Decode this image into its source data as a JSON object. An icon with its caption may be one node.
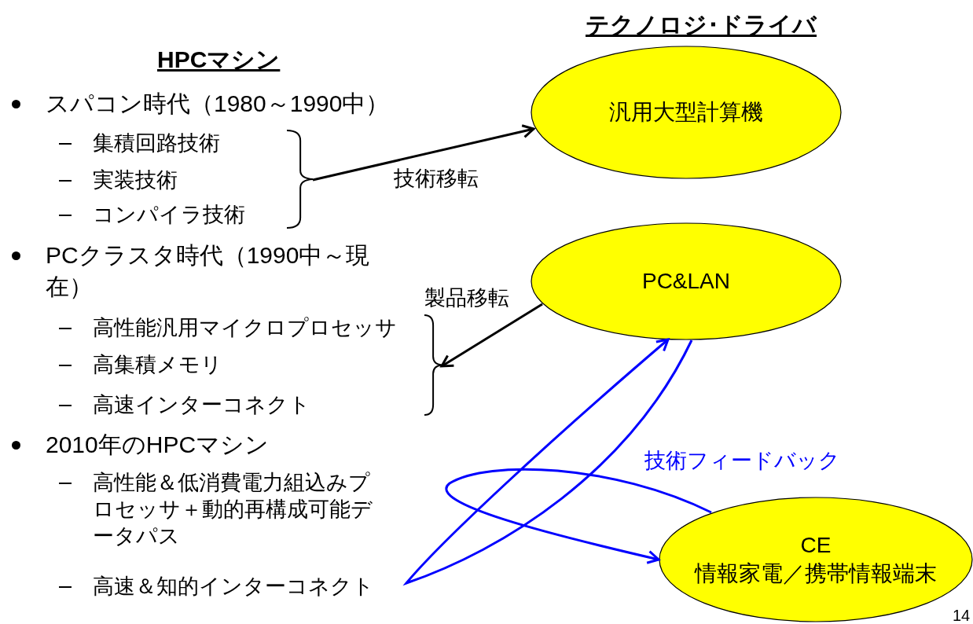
{
  "diagram": {
    "nodes": [
      {
        "text": [
          "汎用大型計算機"
        ]
      },
      {
        "text": [
          "PC&LAN"
        ]
      },
      {
        "text": [
          "CE",
          "情報家電／携帯情報端末"
        ]
      },
      {
        "text": [
          "集積回路技術",
          "実装技術",
          "コンパイラ技術"
        ],
        "beside": [
          "スパコン時代（1980～1990中）"
        ]
      },
      {
        "text": [
          "高性能汎用マイクロプロセッサ",
          "高集積メモリ",
          "高速インターコネクト"
        ],
        "beside": [
          "PCクラスタ時代（1990中～現在）"
        ]
      },
      {
        "text": [
          "高性能＆低消費電力組込みプロセッサ＋動的再構成可能データパス",
          "高速＆知的インターコネクト"
        ],
        "beside": [
          "2010年のHPCマシン"
        ]
      }
    ],
    "edges": [
      {
        "from": 3,
        "to": 0,
        "arrow": "to",
        "label": "技術移転"
      },
      {
        "from": 1,
        "to": 4,
        "arrow": "to",
        "label": "製品移転"
      },
      {
        "from": 1,
        "to": 1,
        "arrow": "to",
        "color": "#0000ff"
      },
      {
        "from": 2,
        "to": 2,
        "arrow": "to",
        "color": "#0000ff"
      }
    ],
    "labels": [
      "テクノロジ･ドライバ",
      "HPCマシン",
      "技術フィードバック",
      "14"
    ]
  }
}
